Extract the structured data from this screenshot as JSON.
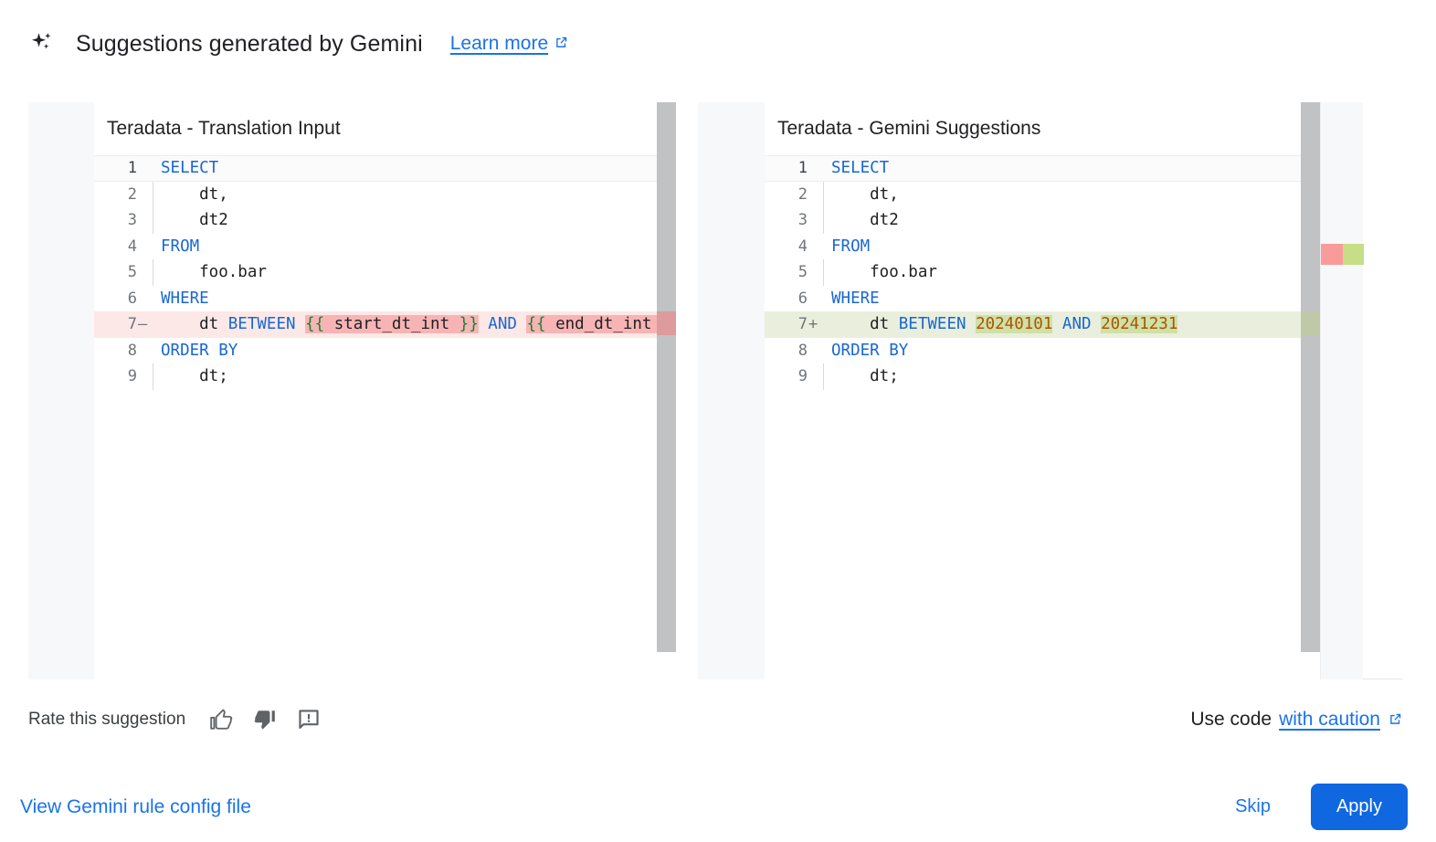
{
  "header": {
    "icon": "gemini-sparkle-icon",
    "title": "Suggestions generated by Gemini",
    "learn_more_label": "Learn more",
    "external_icon": "external-link-icon"
  },
  "colors": {
    "link_blue": "#1a73e8",
    "apply_button_blue": "#1068e0",
    "keyword_blue": "#1967d2",
    "number_orange": "#aa5500",
    "brace_green": "#188038",
    "diff_delete_line": "#fce8e6",
    "diff_delete_word": "#f8b4b4",
    "diff_add_line": "#e9efdc",
    "diff_add_word": "#cfe0a8",
    "gutter_bg": "#f7f8fa",
    "scrollbar_thumb": "#c0c2c4"
  },
  "panels": [
    {
      "id": "translation-input",
      "title": "Teradata - Translation Input",
      "lines": [
        {
          "n": "1",
          "sign": "",
          "state": "current",
          "guide": false,
          "tokens": [
            {
              "t": "SELECT",
              "c": "kw"
            }
          ]
        },
        {
          "n": "2",
          "sign": "",
          "state": "",
          "guide": true,
          "tokens": [
            {
              "t": "    dt,",
              "c": "plain"
            }
          ]
        },
        {
          "n": "3",
          "sign": "",
          "state": "",
          "guide": true,
          "tokens": [
            {
              "t": "    dt2",
              "c": "plain"
            }
          ]
        },
        {
          "n": "4",
          "sign": "",
          "state": "",
          "guide": false,
          "tokens": [
            {
              "t": "FROM",
              "c": "kw"
            }
          ]
        },
        {
          "n": "5",
          "sign": "",
          "state": "",
          "guide": true,
          "tokens": [
            {
              "t": "    foo.bar",
              "c": "plain"
            }
          ]
        },
        {
          "n": "6",
          "sign": "",
          "state": "",
          "guide": false,
          "tokens": [
            {
              "t": "WHERE",
              "c": "kw"
            }
          ]
        },
        {
          "n": "7",
          "sign": "–",
          "state": "del",
          "guide": false,
          "tokens": [
            {
              "t": "    dt ",
              "c": "plain"
            },
            {
              "t": "BETWEEN",
              "c": "kw"
            },
            {
              "t": " ",
              "c": "plain"
            },
            {
              "t": "{{",
              "c": "brc",
              "hl": "del"
            },
            {
              "t": " start_dt_int ",
              "c": "plain",
              "hl": "del"
            },
            {
              "t": "}}",
              "c": "brc",
              "hl": "del"
            },
            {
              "t": " ",
              "c": "plain"
            },
            {
              "t": "AND",
              "c": "kw"
            },
            {
              "t": " ",
              "c": "plain"
            },
            {
              "t": "{{",
              "c": "brc",
              "hl": "del"
            },
            {
              "t": " end_dt_int ",
              "c": "plain",
              "hl": "del"
            },
            {
              "t": "}}",
              "c": "brc",
              "hl": "del"
            }
          ]
        },
        {
          "n": "8",
          "sign": "",
          "state": "",
          "guide": false,
          "tokens": [
            {
              "t": "ORDER BY",
              "c": "kw"
            }
          ]
        },
        {
          "n": "9",
          "sign": "",
          "state": "",
          "guide": true,
          "tokens": [
            {
              "t": "    dt;",
              "c": "plain"
            }
          ]
        }
      ]
    },
    {
      "id": "gemini-suggestions",
      "title": "Teradata - Gemini Suggestions",
      "lines": [
        {
          "n": "1",
          "sign": "",
          "state": "current",
          "guide": false,
          "tokens": [
            {
              "t": "SELECT",
              "c": "kw"
            }
          ]
        },
        {
          "n": "2",
          "sign": "",
          "state": "",
          "guide": true,
          "tokens": [
            {
              "t": "    dt,",
              "c": "plain"
            }
          ]
        },
        {
          "n": "3",
          "sign": "",
          "state": "",
          "guide": true,
          "tokens": [
            {
              "t": "    dt2",
              "c": "plain"
            }
          ]
        },
        {
          "n": "4",
          "sign": "",
          "state": "",
          "guide": false,
          "tokens": [
            {
              "t": "FROM",
              "c": "kw"
            }
          ]
        },
        {
          "n": "5",
          "sign": "",
          "state": "",
          "guide": true,
          "tokens": [
            {
              "t": "    foo.bar",
              "c": "plain"
            }
          ]
        },
        {
          "n": "6",
          "sign": "",
          "state": "",
          "guide": false,
          "tokens": [
            {
              "t": "WHERE",
              "c": "kw"
            }
          ]
        },
        {
          "n": "7",
          "sign": "+",
          "state": "add",
          "guide": false,
          "tokens": [
            {
              "t": "    dt ",
              "c": "plain"
            },
            {
              "t": "BETWEEN",
              "c": "kw"
            },
            {
              "t": " ",
              "c": "plain"
            },
            {
              "t": "20240101",
              "c": "num",
              "hl": "add"
            },
            {
              "t": " ",
              "c": "plain"
            },
            {
              "t": "AND",
              "c": "kw"
            },
            {
              "t": " ",
              "c": "plain"
            },
            {
              "t": "20241231",
              "c": "num",
              "hl": "add"
            }
          ]
        },
        {
          "n": "8",
          "sign": "",
          "state": "",
          "guide": false,
          "tokens": [
            {
              "t": "ORDER BY",
              "c": "kw"
            }
          ]
        },
        {
          "n": "9",
          "sign": "",
          "state": "",
          "guide": true,
          "tokens": [
            {
              "t": "    dt;",
              "c": "plain"
            }
          ]
        }
      ]
    }
  ],
  "rate_bar": {
    "label": "Rate this suggestion",
    "thumb_up": "thumb-up-icon",
    "thumb_down": "thumb-down-icon",
    "report": "report-feedback-icon",
    "caution_prefix": "Use code",
    "caution_link": "with caution",
    "caution_external_icon": "external-link-icon"
  },
  "footer": {
    "config_link": "View Gemini rule config file",
    "skip_label": "Skip",
    "apply_label": "Apply"
  }
}
